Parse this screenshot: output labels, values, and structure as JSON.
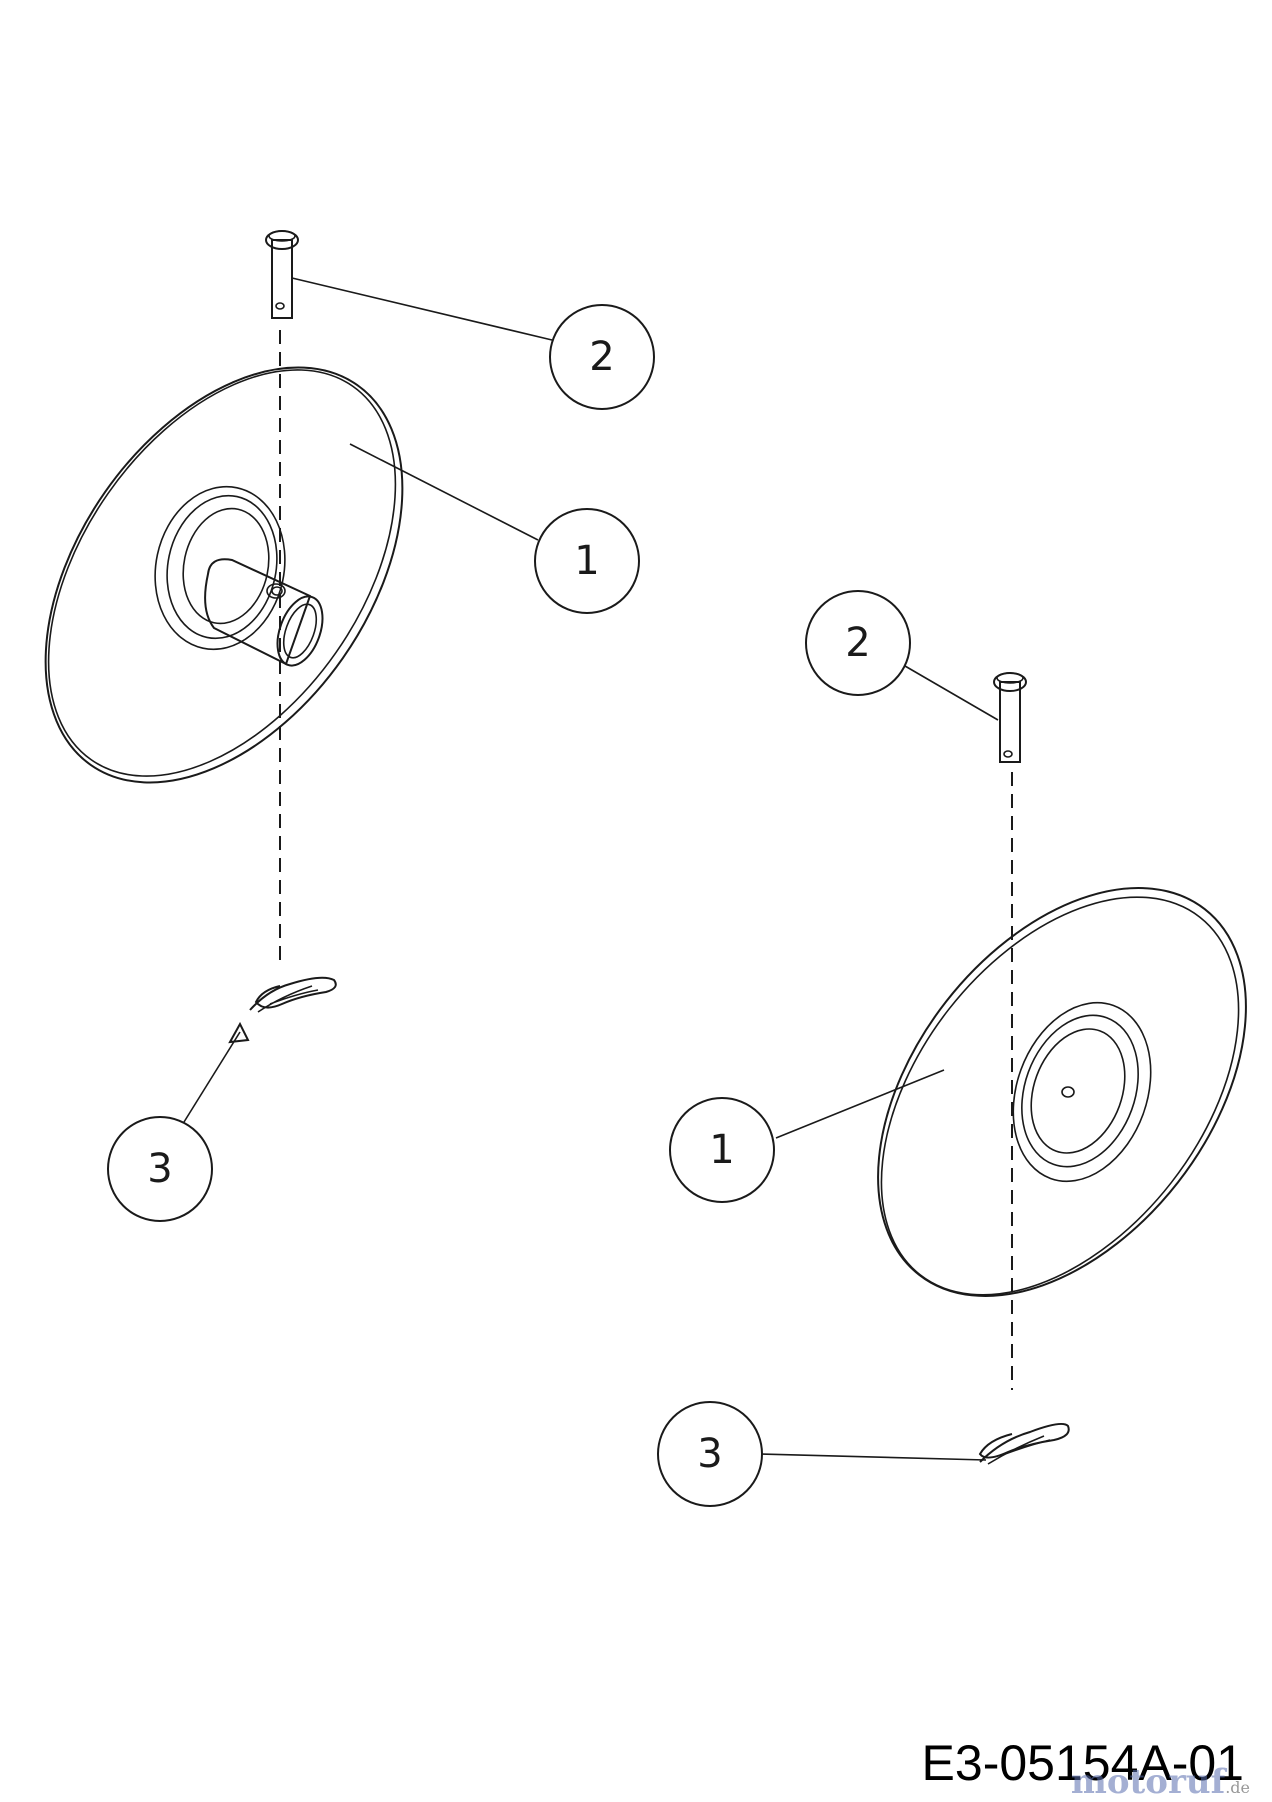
{
  "callouts": {
    "left_disc": "1",
    "left_pin": "2",
    "left_clip": "3",
    "right_disc": "1",
    "right_pin": "2",
    "right_clip": "3"
  },
  "drawing_code": "E3-05154A-01",
  "watermark": {
    "brand": "motoruf",
    "suffix": ".de"
  }
}
